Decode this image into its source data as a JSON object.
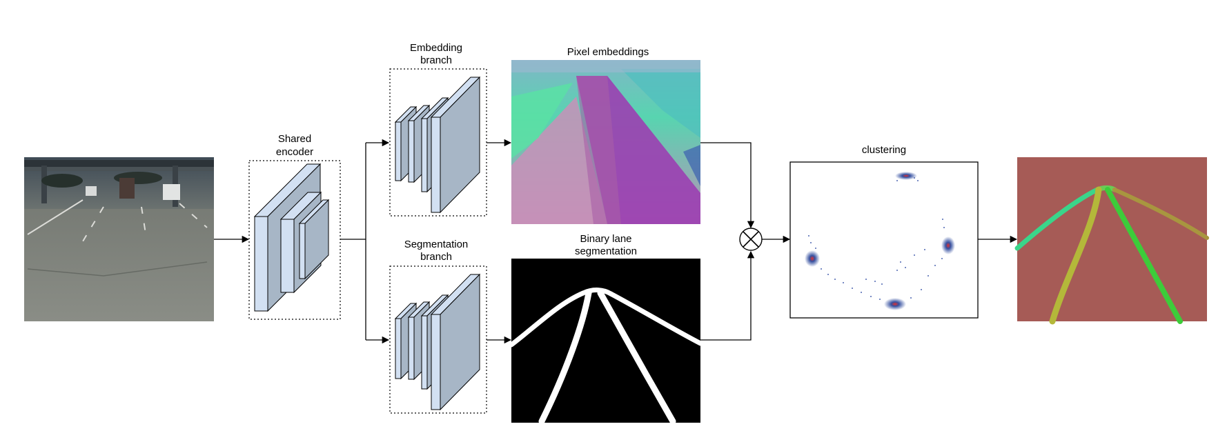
{
  "labels": {
    "shared_encoder": [
      "Shared",
      "encoder"
    ],
    "embedding_branch": [
      "Embedding",
      "branch"
    ],
    "segmentation_branch": [
      "Segmentation",
      "branch"
    ],
    "pixel_embeddings": "Pixel embeddings",
    "binary_lane_segmentation": [
      "Binary lane",
      "segmentation"
    ],
    "clustering": "clustering"
  },
  "colors": {
    "block_face": "#a7b6c6",
    "block_side": "#d2e0f2",
    "arrow": "#000000",
    "road_output_bg": "#a65b56"
  },
  "icons": {
    "combine": "circled-times-icon"
  }
}
